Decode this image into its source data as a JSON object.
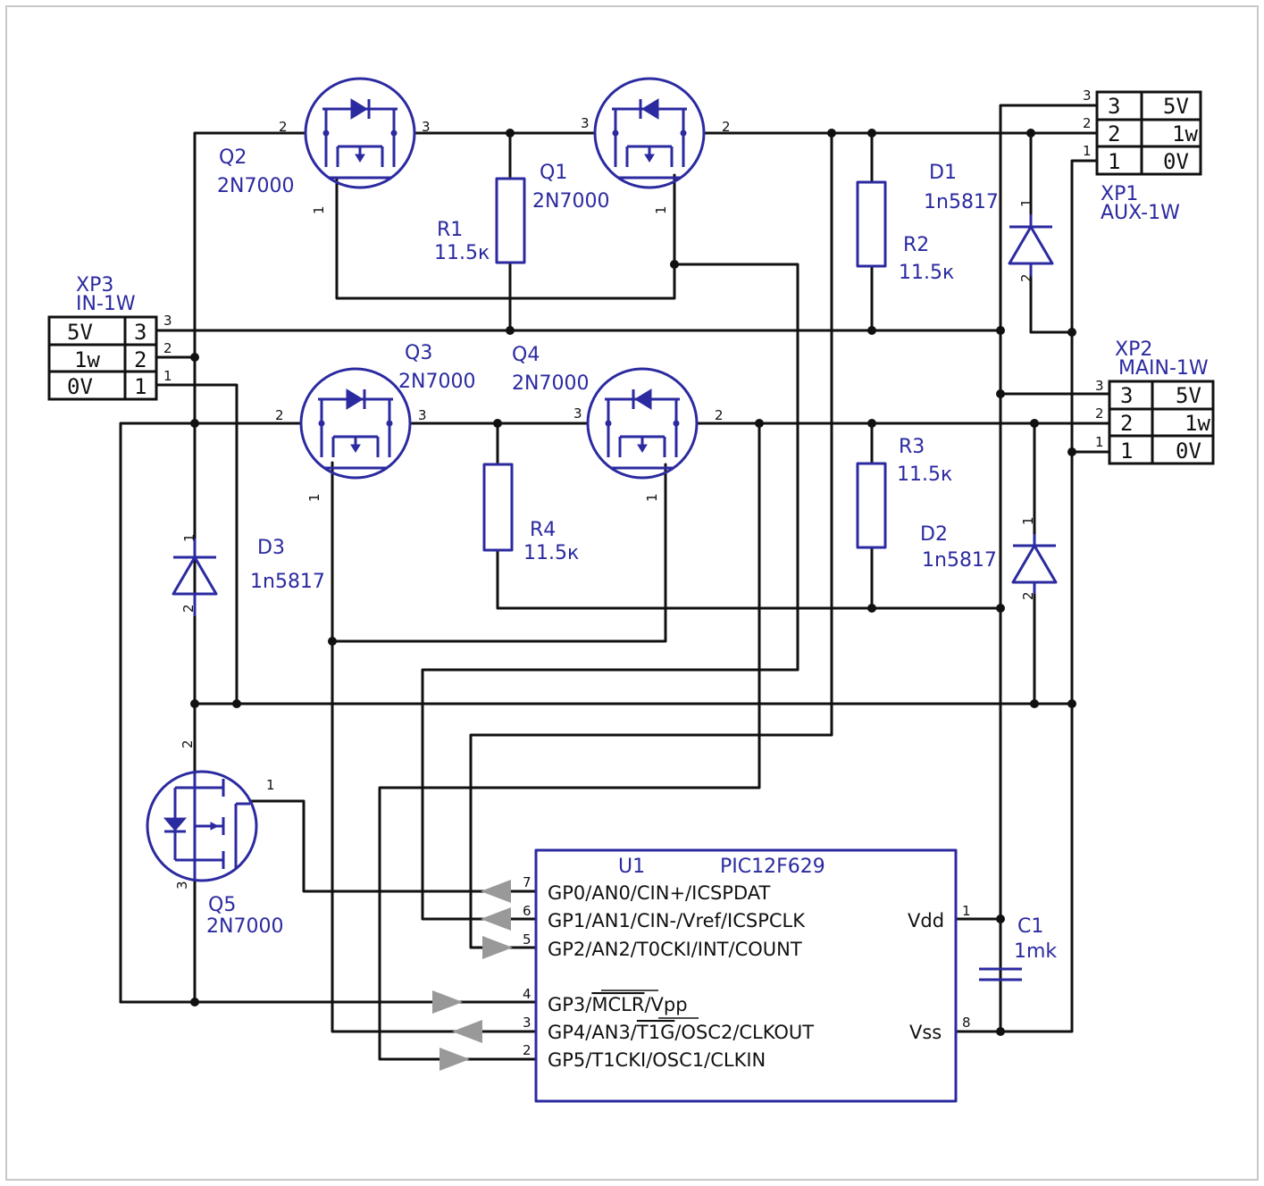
{
  "connectors": {
    "xp1": {
      "ref": "XP1",
      "value": "AUX-1W",
      "rows": [
        {
          "pin": "3",
          "name": "5V"
        },
        {
          "pin": "2",
          "name": "1w"
        },
        {
          "pin": "1",
          "name": "0V"
        }
      ]
    },
    "xp2": {
      "ref": "XP2",
      "value": "MAIN-1W",
      "rows": [
        {
          "pin": "3",
          "name": "5V"
        },
        {
          "pin": "2",
          "name": "1w"
        },
        {
          "pin": "1",
          "name": "0V"
        }
      ]
    },
    "xp3": {
      "ref": "XP3",
      "value": "IN-1W",
      "rows": [
        {
          "pin": "3",
          "name": "5V"
        },
        {
          "pin": "2",
          "name": "1w"
        },
        {
          "pin": "1",
          "name": "0V"
        }
      ]
    }
  },
  "transistors": {
    "q1": {
      "ref": "Q1",
      "value": "2N7000",
      "pins": {
        "d": "3",
        "s": "2",
        "g": "1"
      }
    },
    "q2": {
      "ref": "Q2",
      "value": "2N7000",
      "pins": {
        "d": "2",
        "s": "3",
        "g": "1"
      }
    },
    "q3": {
      "ref": "Q3",
      "value": "2N7000",
      "pins": {
        "d": "2",
        "s": "3",
        "g": "1"
      }
    },
    "q4": {
      "ref": "Q4",
      "value": "2N7000",
      "pins": {
        "d": "3",
        "s": "2",
        "g": "1"
      }
    },
    "q5": {
      "ref": "Q5",
      "value": "2N7000",
      "pins": {
        "d": "2",
        "s": "3",
        "g": "1"
      }
    }
  },
  "resistors": {
    "r1": {
      "ref": "R1",
      "value": "11.5к"
    },
    "r2": {
      "ref": "R2",
      "value": "11.5к"
    },
    "r3": {
      "ref": "R3",
      "value": "11.5к"
    },
    "r4": {
      "ref": "R4",
      "value": "11.5к"
    }
  },
  "diodes": {
    "d1": {
      "ref": "D1",
      "value": "1n5817",
      "pins": {
        "a": "1",
        "k": "2"
      }
    },
    "d2": {
      "ref": "D2",
      "value": "1n5817",
      "pins": {
        "a": "1",
        "k": "2"
      }
    },
    "d3": {
      "ref": "D3",
      "value": "1n5817",
      "pins": {
        "a": "1",
        "k": "2"
      }
    }
  },
  "capacitor": {
    "ref": "C1",
    "value": "1mk"
  },
  "ic": {
    "ref": "U1",
    "value": "PIC12F629",
    "left_pins": [
      {
        "num": "7",
        "name": "GP0/AN0/CIN+/ICSPDAT"
      },
      {
        "num": "6",
        "name": "GP1/AN1/CIN-/Vref/ICSPCLK"
      },
      {
        "num": "5",
        "name": "GP2/AN2/T0CKI/INT/COUNT"
      },
      {
        "num": "4",
        "name_pre": "GP3/",
        "name_over": "MCLR",
        "name_post": "/Vpp"
      },
      {
        "num": "3",
        "name_pre": "GP4/AN3/",
        "name_over": "T1G",
        "name_post": "/OSC2/CLKOUT"
      },
      {
        "num": "2",
        "name": "GP5/T1CKI/OSC1/CLKIN"
      }
    ],
    "right_pins": [
      {
        "num": "1",
        "name": "Vdd"
      },
      {
        "num": "8",
        "name": "Vss"
      }
    ]
  },
  "colors": {
    "symbol": "#2b2aa0",
    "wire": "#111111",
    "arrow": "#999999",
    "frame": "#c8c8c8"
  }
}
